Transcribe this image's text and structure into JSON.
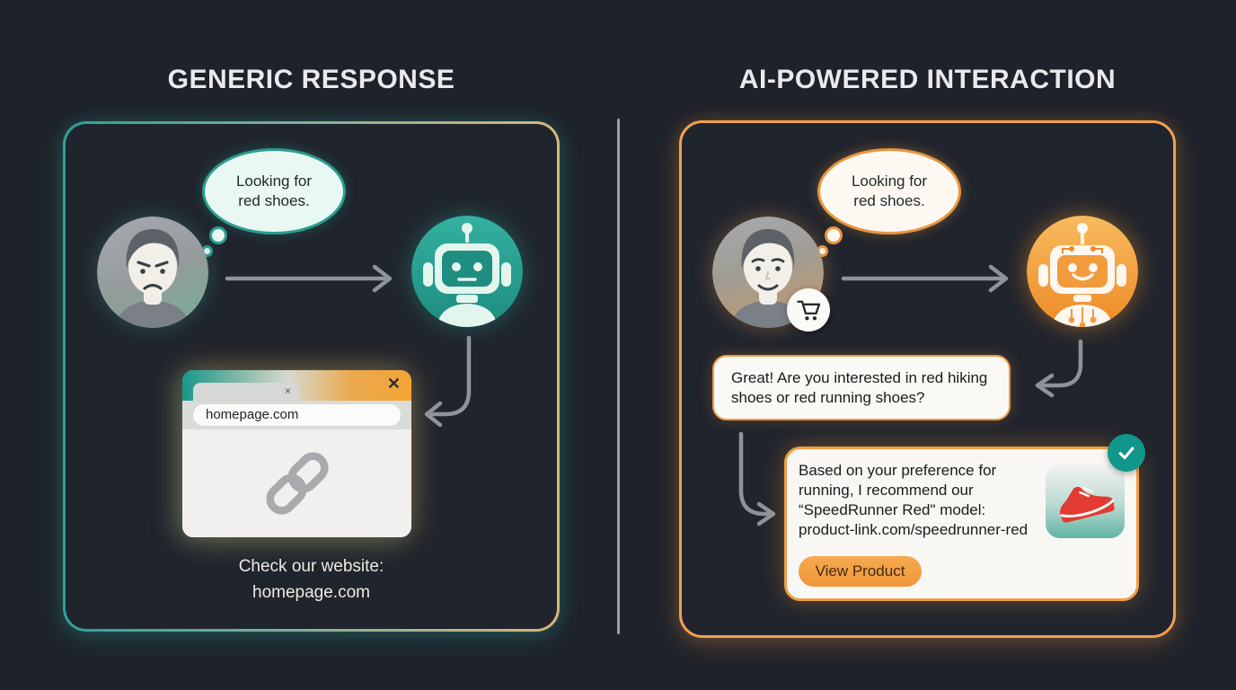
{
  "titles": {
    "left": "GENERIC RESPONSE",
    "right": "AI-POWERED INTERACTION"
  },
  "left": {
    "bubble": {
      "line1": "Looking for",
      "line2": "red shoes."
    },
    "browser": {
      "tab_close": "×",
      "close": "✕",
      "url": "homepage.com"
    },
    "caption": {
      "line1": "Check our website:",
      "line2": "homepage.com"
    }
  },
  "right": {
    "bubble": {
      "line1": "Looking for",
      "line2": "red shoes."
    },
    "reply": {
      "lines": [
        "Great! Are you interested in red hiking",
        "shoes or red running shoes?"
      ]
    },
    "card": {
      "lines": [
        "Based on your preference for",
        "running, I recommend our",
        "“SpeedRunner Red\" model:",
        "product-link.com/speedrunner-red"
      ],
      "button": "View Product"
    }
  },
  "icons": {
    "left_user": "angry-user-avatar-icon",
    "right_user": "happy-user-avatar-icon",
    "left_robot": "teal-robot-icon",
    "right_robot": "orange-robot-icon",
    "cart": "shopping-cart-icon",
    "link": "chain-link-icon",
    "shoe": "red-running-shoe-icon",
    "check": "checkmark-icon"
  },
  "colors": {
    "background": "#1e222b",
    "teal_accent": "#2a9d8f",
    "orange_accent": "#f0a053",
    "check_badge": "#11968a",
    "shoe_red": "#e23b32",
    "arrow_gray": "#8d939c"
  }
}
